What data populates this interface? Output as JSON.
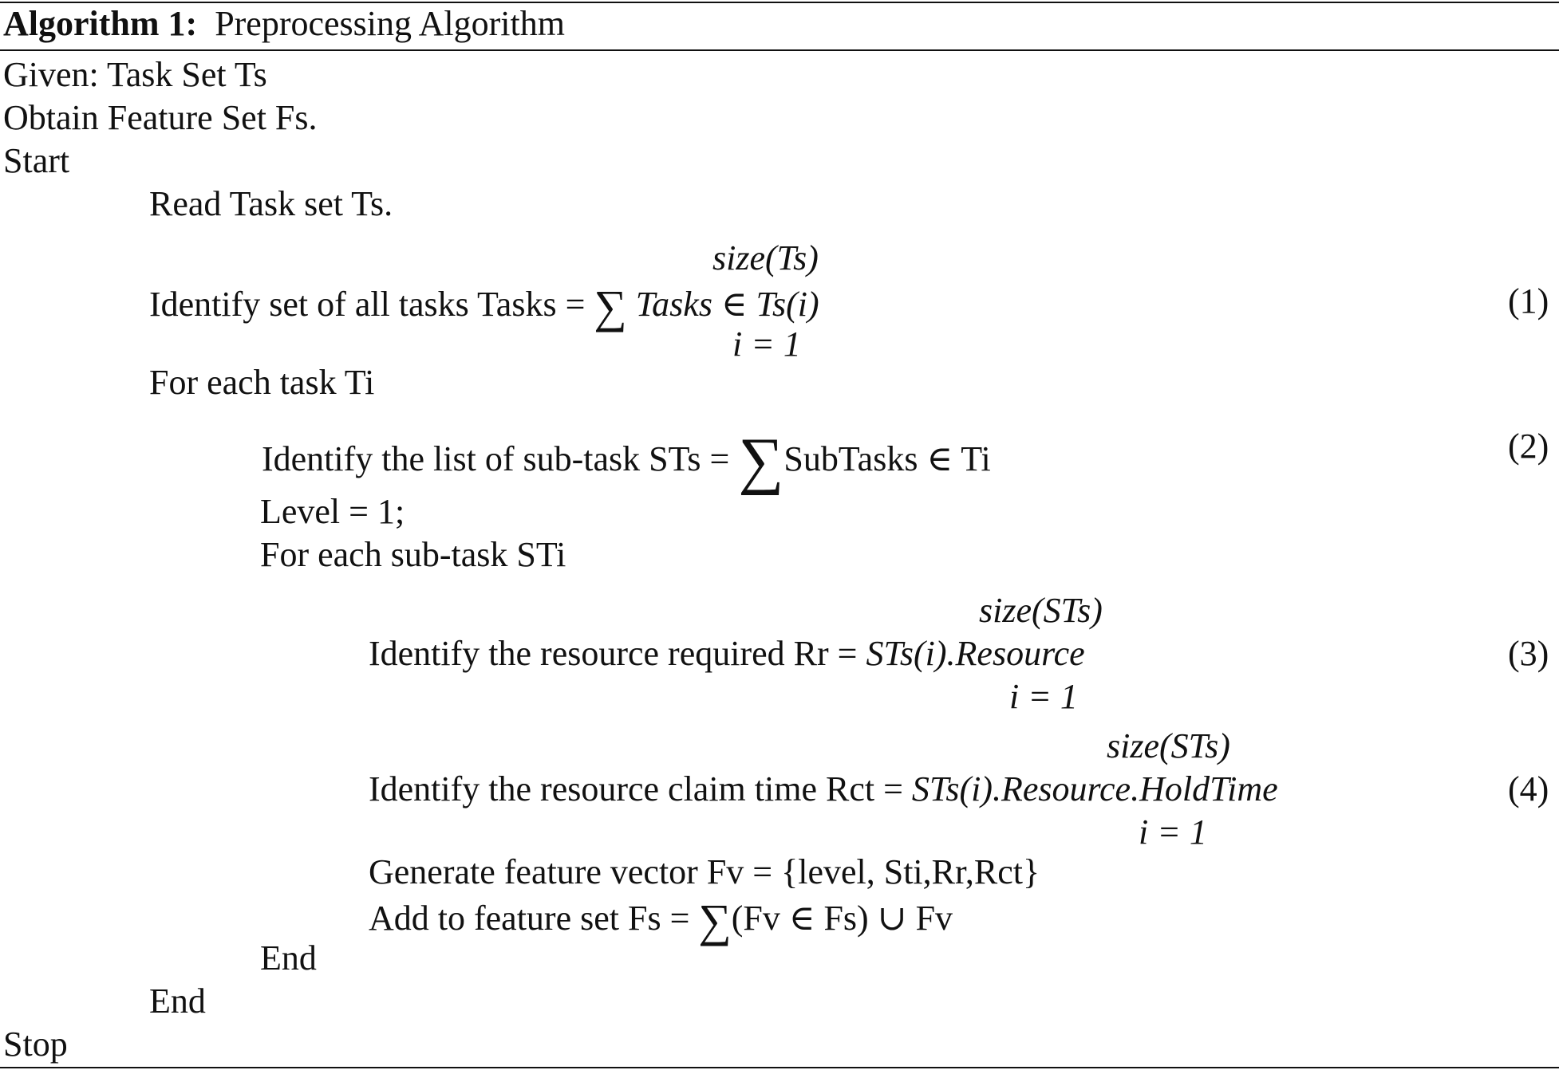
{
  "algorithm": {
    "label": "Algorithm 1:",
    "title": "Preprocessing Algorithm"
  },
  "lines": {
    "given": "Given: Task Set Ts",
    "obtain": "Obtain Feature Set Fs.",
    "start": "Start",
    "read": "Read Task set Ts.",
    "identify_tasks_text": "Identify set of all tasks Tasks =",
    "tasks_sum_upper": "size(Ts)",
    "tasks_sum_lower": "i = 1",
    "tasks_term_a": "Tasks",
    "tasks_term_b": "∈",
    "tasks_term_c": "Ts(i)",
    "for_each_task": "For each task Ti",
    "identify_subtasks_text": "Identify the list of sub-task STs =",
    "subtasks_term": "SubTasks ∈ Ti",
    "level": "Level = 1;",
    "for_each_subtask": "For each sub-task STi",
    "resource_text": "Identify the resource required Rr =",
    "resource_upper": "size(STs)",
    "resource_term": "STs(i).Resource",
    "resource_lower": "i = 1",
    "claim_text": "Identify the resource claim time Rct =",
    "claim_upper": "size(STs)",
    "claim_term": "STs(i).Resource.HoldTime",
    "claim_lower": "i = 1",
    "generate": "Generate feature vector Fv = {level, Sti,Rr,Rct}",
    "add_text_a": "Add to feature set Fs =",
    "add_text_b": "(Fv ∈ Fs) ∪ Fv",
    "end_inner": "End",
    "end_outer": "End",
    "stop": "Stop"
  },
  "equation_numbers": [
    "(1)",
    "(2)",
    "(3)",
    "(4)"
  ],
  "symbols": {
    "sum": "∑"
  }
}
